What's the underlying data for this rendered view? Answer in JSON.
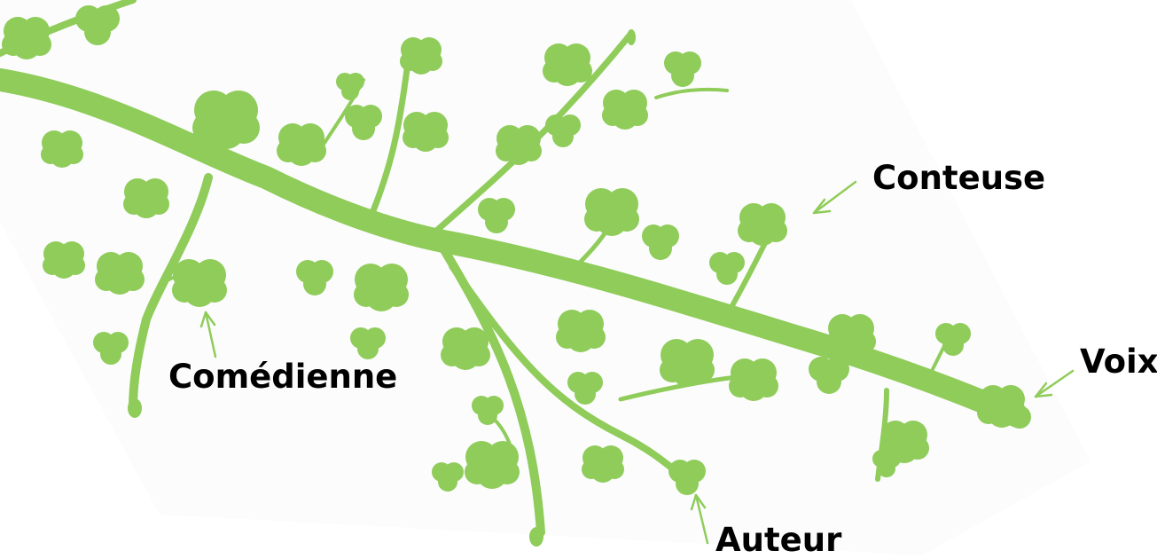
{
  "labels": {
    "conteuse": "Conteuse",
    "comedienne": "Comédienne",
    "voix": "Voix",
    "auteur": "Auteur"
  },
  "colors": {
    "branch": "#8fcc5a",
    "backdrop": "#fcfcfc",
    "text": "#000000",
    "arrow": "#8fcc5a"
  }
}
